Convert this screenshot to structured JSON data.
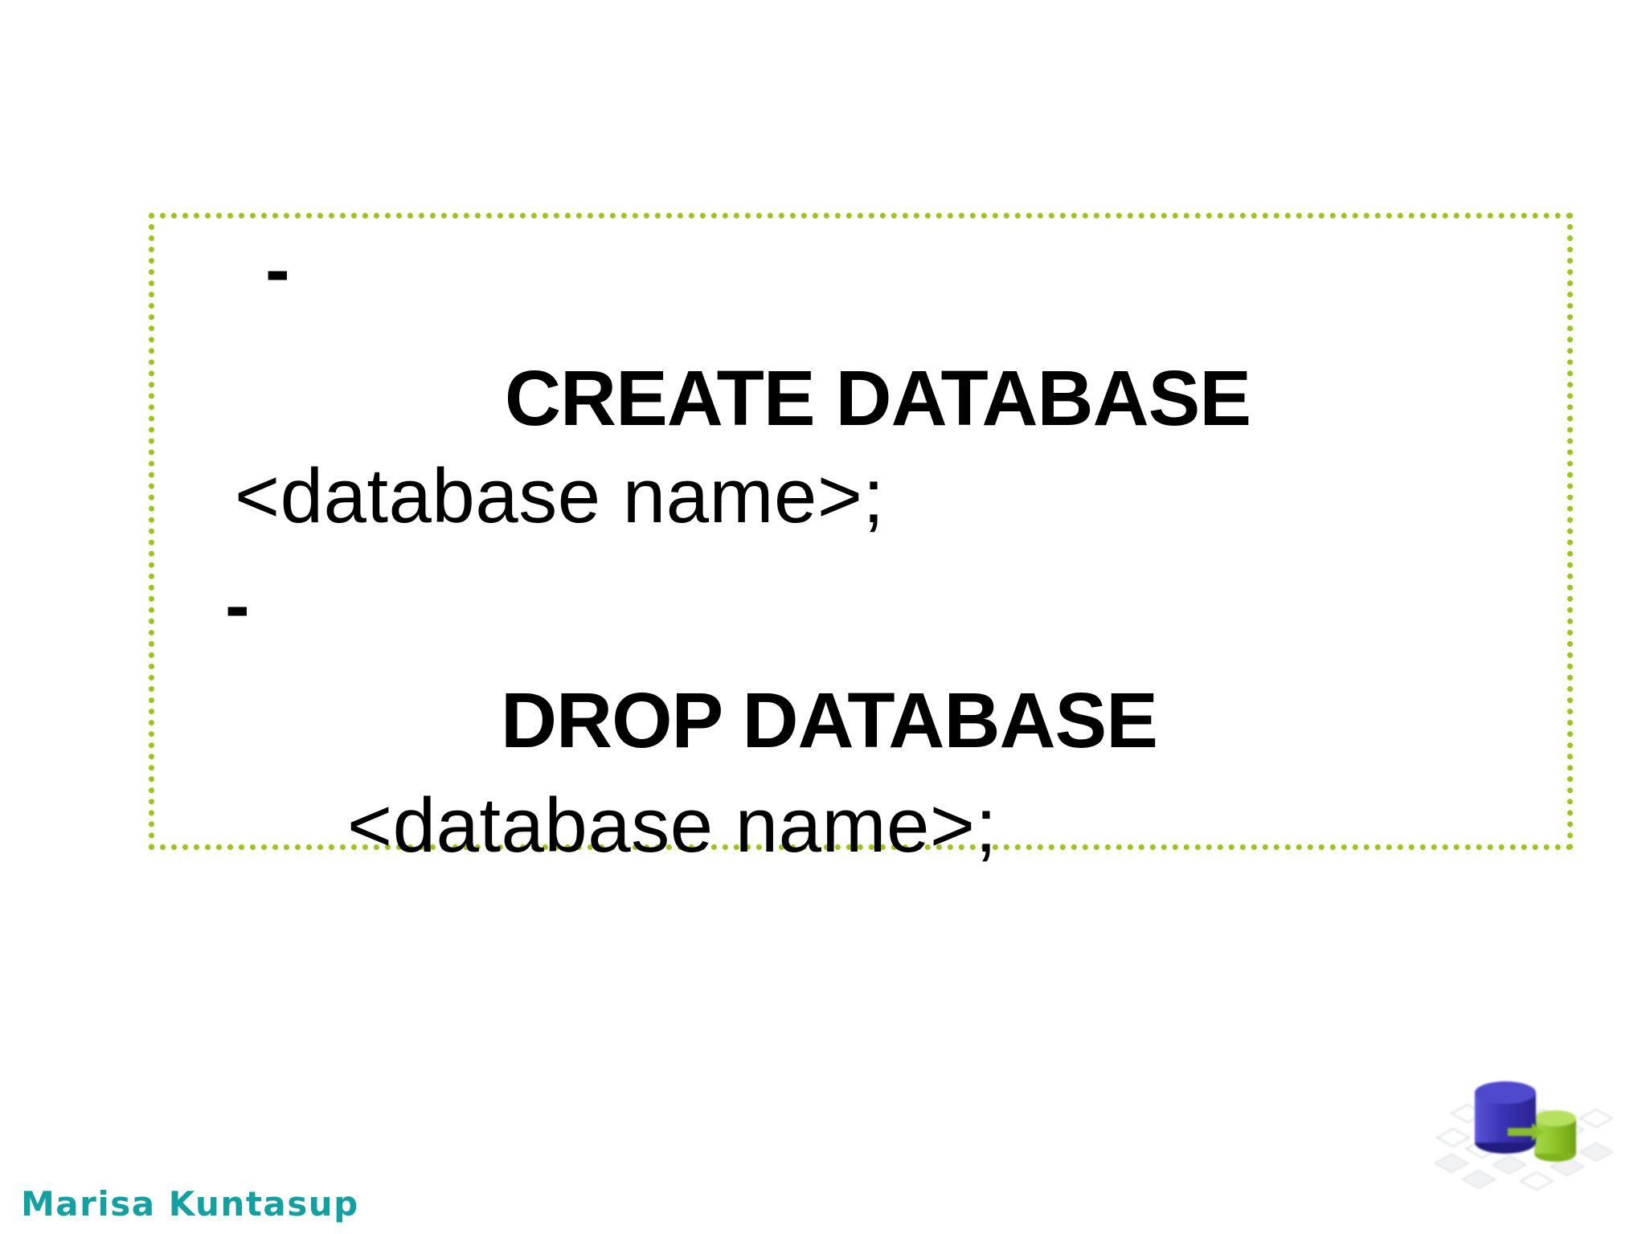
{
  "slide": {
    "background_color": "#ffffff",
    "box": {
      "border_style": "dotted",
      "border_color": "#9DC41A"
    },
    "lines": [
      {
        "id": "bullet-1",
        "text": "-",
        "role": "dash-bullet"
      },
      {
        "id": "create-kw",
        "text": "CREATE DATABASE",
        "role": "sql-keyword"
      },
      {
        "id": "create-arg",
        "text": "<database name>;",
        "role": "sql-argument"
      },
      {
        "id": "bullet-2",
        "text": "-",
        "role": "dash-bullet"
      },
      {
        "id": "drop-kw",
        "text": "DROP DATABASE",
        "role": "sql-keyword"
      },
      {
        "id": "drop-arg",
        "text": "<database name>;",
        "role": "sql-argument"
      }
    ]
  },
  "author": {
    "name": "Marisa Kuntasup",
    "color": "#14A0A0"
  },
  "logo": {
    "name": "database-logo",
    "primary_color": "#3B33B8",
    "secondary_color": "#8DC428",
    "tile_color": "#D8DCE0"
  }
}
